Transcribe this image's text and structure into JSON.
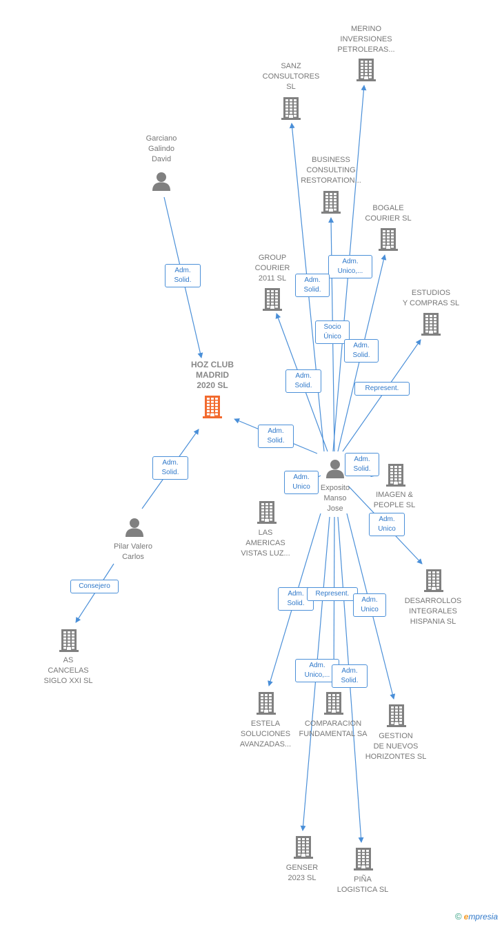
{
  "colors": {
    "edge": "#4a8fd8",
    "company": "#808080",
    "person": "#808080",
    "focus_company": "#f26a2e"
  },
  "nodes": {
    "merino": {
      "label": "MERINO\nINVERSIONES\nPETROLERAS...",
      "kind": "company"
    },
    "sanz": {
      "label": "SANZ\nCONSULTORES\nSL",
      "kind": "company"
    },
    "garciano": {
      "label": "Garciano\nGalindo\nDavid",
      "kind": "person"
    },
    "business": {
      "label": "BUSINESS\nCONSULTING\nRESTORATION...",
      "kind": "company"
    },
    "bogale": {
      "label": "BOGALE\nCOURIER SL",
      "kind": "company"
    },
    "group_courier": {
      "label": "GROUP\nCOURIER\n2011 SL",
      "kind": "company"
    },
    "estudios": {
      "label": "ESTUDIOS\nY COMPRAS SL",
      "kind": "company"
    },
    "hoz_club": {
      "label": "HOZ CLUB\nMADRID\n2020  SL",
      "kind": "focus"
    },
    "exposito": {
      "label": "Exposito\nManso\nJose",
      "kind": "person"
    },
    "imagen": {
      "label": "IMAGEN &\nPEOPLE SL",
      "kind": "company"
    },
    "las_americas": {
      "label": "LAS\nAMERICAS\nVISTAS LUZ...",
      "kind": "company"
    },
    "pilar": {
      "label": "Pilar Valero\nCarlos",
      "kind": "person"
    },
    "desarrollos": {
      "label": "DESARROLLOS\nINTEGRALES\nHISPANIA SL",
      "kind": "company"
    },
    "as_cancelas": {
      "label": "AS\nCANCELAS\nSIGLO XXI SL",
      "kind": "company"
    },
    "estela": {
      "label": "ESTELA\nSOLUCIONES\nAVANZADAS...",
      "kind": "company"
    },
    "comparacion": {
      "label": "COMPARACION\nFUNDAMENTAL SA",
      "kind": "company"
    },
    "gestion": {
      "label": "GESTION\nDE NUEVOS\nHORIZONTES SL",
      "kind": "company"
    },
    "genser": {
      "label": "GENSER\n2023  SL",
      "kind": "company"
    },
    "pina": {
      "label": "PIÑA\nLOGISTICA SL",
      "kind": "company"
    }
  },
  "edges": [
    {
      "from": "garciano",
      "to": "hoz_club",
      "label": "Adm.\nSolid."
    },
    {
      "from": "exposito",
      "to": "hoz_club",
      "label": "Adm.\nSolid."
    },
    {
      "from": "pilar",
      "to": "hoz_club",
      "label": "Adm.\nSolid."
    },
    {
      "from": "pilar",
      "to": "as_cancelas",
      "label": "Consejero"
    },
    {
      "from": "exposito",
      "to": "merino",
      "label": "Adm.\nUnico,..."
    },
    {
      "from": "exposito",
      "to": "sanz",
      "label": "Adm.\nSolid."
    },
    {
      "from": "exposito",
      "to": "business",
      "label": "Socio\nÚnico"
    },
    {
      "from": "exposito",
      "to": "bogale",
      "label": "Adm.\nSolid."
    },
    {
      "from": "exposito",
      "to": "group_courier",
      "label": "Adm.\nSolid."
    },
    {
      "from": "exposito",
      "to": "estudios",
      "label": "Represent."
    },
    {
      "from": "exposito",
      "to": "imagen",
      "label": "Adm.\nSolid."
    },
    {
      "from": "exposito",
      "to": "las_americas",
      "label": "Adm.\nUnico"
    },
    {
      "from": "exposito",
      "to": "desarrollos",
      "label": "Adm.\nUnico"
    },
    {
      "from": "exposito",
      "to": "estela",
      "label": "Adm.\nSolid."
    },
    {
      "from": "exposito",
      "to": "comparacion",
      "label": "Represent."
    },
    {
      "from": "exposito",
      "to": "gestion",
      "label": "Adm.\nUnico"
    },
    {
      "from": "exposito",
      "to": "genser",
      "label": "Adm.\nUnico,..."
    },
    {
      "from": "exposito",
      "to": "pina",
      "label": "Adm.\nSolid."
    }
  ],
  "brand": {
    "symbol": "©",
    "initial": "e",
    "rest": "mpresia"
  }
}
